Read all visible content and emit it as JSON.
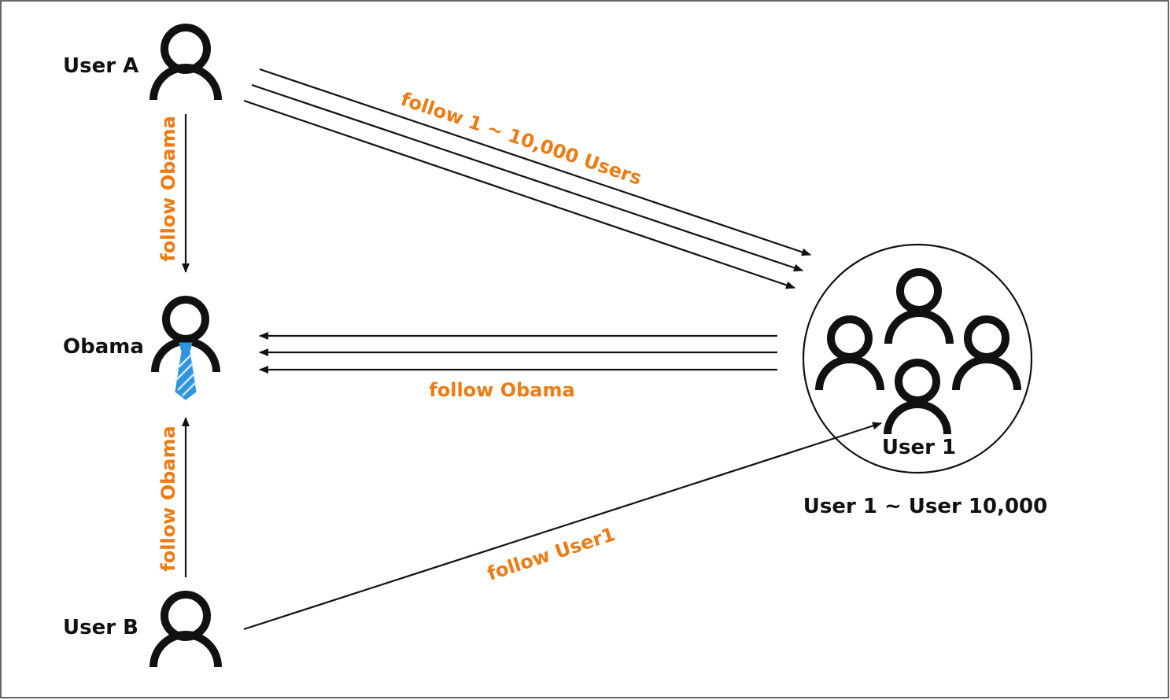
{
  "colors": {
    "edge_label": "#EE7B12",
    "stroke": "#111111",
    "tie": "#2F95DC",
    "tie_stripe": "#CFEAFB"
  },
  "nodes": {
    "user_a": {
      "label": "User A",
      "icon": "person-icon"
    },
    "obama": {
      "label": "Obama",
      "icon": "person-with-tie-icon"
    },
    "user_b": {
      "label": "User B",
      "icon": "person-icon"
    },
    "group": {
      "member_label": "User 1",
      "caption": "User 1 ~ User 10,000",
      "icon": "group-of-people-icon"
    }
  },
  "edges": {
    "user_a_to_obama": "follow Obama",
    "user_a_to_group": "follow 1 ~ 10,000 Users",
    "group_to_obama": "follow Obama",
    "user_b_to_obama": "follow Obama",
    "user_b_to_user1": "follow User1"
  }
}
